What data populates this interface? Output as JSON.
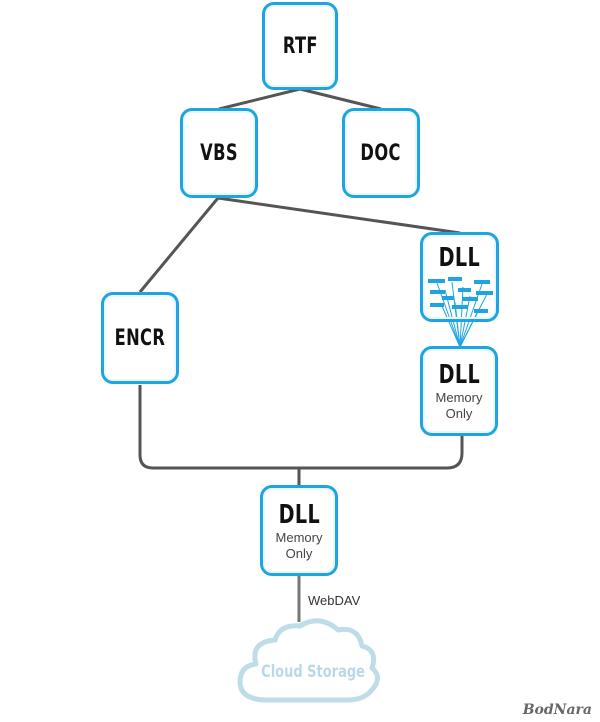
{
  "nodes": {
    "rtf": {
      "label": "RTF"
    },
    "vbs": {
      "label": "VBS"
    },
    "doc": {
      "label": "DOC"
    },
    "encr": {
      "label": "ENCR"
    },
    "dll_top": {
      "label": "DLL"
    },
    "dll_memory": {
      "label": "DLL",
      "sub1": "Memory",
      "sub2": "Only"
    },
    "dll_bottom": {
      "label": "DLL",
      "sub1": "Memory",
      "sub2": "Only"
    }
  },
  "edge_label": "WebDAV",
  "cloud": {
    "label": "Cloud Storage"
  },
  "watermark": "BodNara",
  "colors": {
    "accent": "#1ea5e1",
    "line": "#555555",
    "cloud": "#b9d9e7"
  }
}
